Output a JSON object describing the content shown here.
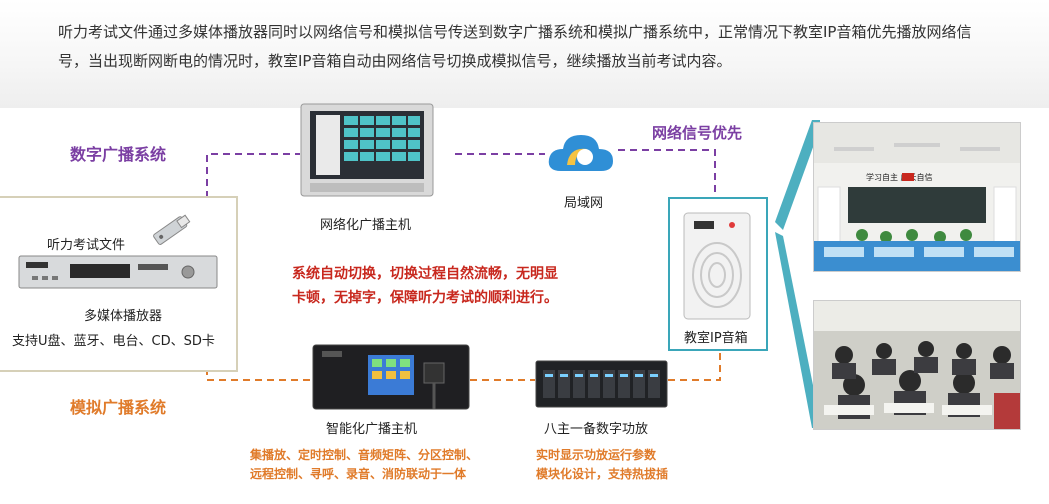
{
  "intro_text": "听力考试文件通过多媒体播放器同时以网络信号和模拟信号传送到数字广播系统和模拟广播系统中，正常情况下教室IP音箱优先播放网络信号，当出现断网断电的情况时，教室IP音箱自动由网络信号切换成模拟信号，继续播放当前考试内容。",
  "labels": {
    "digital_system": "数字广播系统",
    "analog_system": "模拟广播系统",
    "network_priority": "网络信号优先",
    "network_host": "网络化广播主机",
    "lan": "局域网",
    "exam_file": "听力考试文件",
    "media_player": "多媒体播放器",
    "media_support": "支持U盘、蓝牙、电台、CD、SD卡",
    "ip_speaker": "教室IP音箱",
    "smart_host": "智能化广播主机",
    "amplifier": "八主一备数字功放",
    "classroom_poster": "学习自主   成长自信"
  },
  "notes": {
    "switch_line1": "系统自动切换，切换过程自然流畅，无明显",
    "switch_line2": "卡顿，无掉字，保障听力考试的顺利进行。",
    "host_line1": "集播放、定时控制、音频矩阵、分区控制、",
    "host_line2": "远程控制、寻呼、录音、消防联动于一体",
    "amp_line1": "实时显示功放运行参数",
    "amp_line2": "模块化设计，支持热拔插"
  },
  "colors": {
    "purple": "#7b3fa3",
    "orange": "#e07b2a",
    "red": "#c8281e",
    "teal": "#3aa6b9"
  }
}
